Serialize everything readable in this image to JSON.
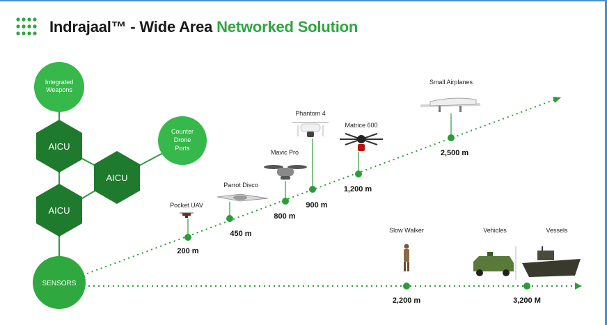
{
  "title": {
    "main": "Indrajaal™ - Wide Area ",
    "accent": "Networked Solution"
  },
  "colors": {
    "dark_green": "#1e7a2c",
    "mid_green": "#2c9d3f",
    "light_green": "#3fbf4f",
    "line": "#2a9d3a",
    "text": "#1a1a1a"
  },
  "nodes": {
    "weapons": [
      "Integrated",
      "Weapons"
    ],
    "aicu_1": "AICU",
    "aicu_2": "AICU",
    "aicu_3": "AICU",
    "ports": [
      "Counter",
      "Drone",
      "Ports"
    ],
    "sensors": "SENSORS"
  },
  "air_targets": [
    {
      "name": "Pocket UAV",
      "range": "200 m"
    },
    {
      "name": "Parrot Disco",
      "range": "450 m"
    },
    {
      "name": "Mavic Pro",
      "range": "800 m"
    },
    {
      "name": "Phantom 4",
      "range": "900 m"
    },
    {
      "name": "Matrice 600",
      "range": "1,200 m"
    },
    {
      "name": "Small Airplanes",
      "range": "2,500 m"
    }
  ],
  "ground_targets": [
    {
      "name": "Slow Walker",
      "range": "2,200 m"
    },
    {
      "name": "Vehicles",
      "range": ""
    },
    {
      "name": "Vessels",
      "range": "3,200 M"
    }
  ]
}
